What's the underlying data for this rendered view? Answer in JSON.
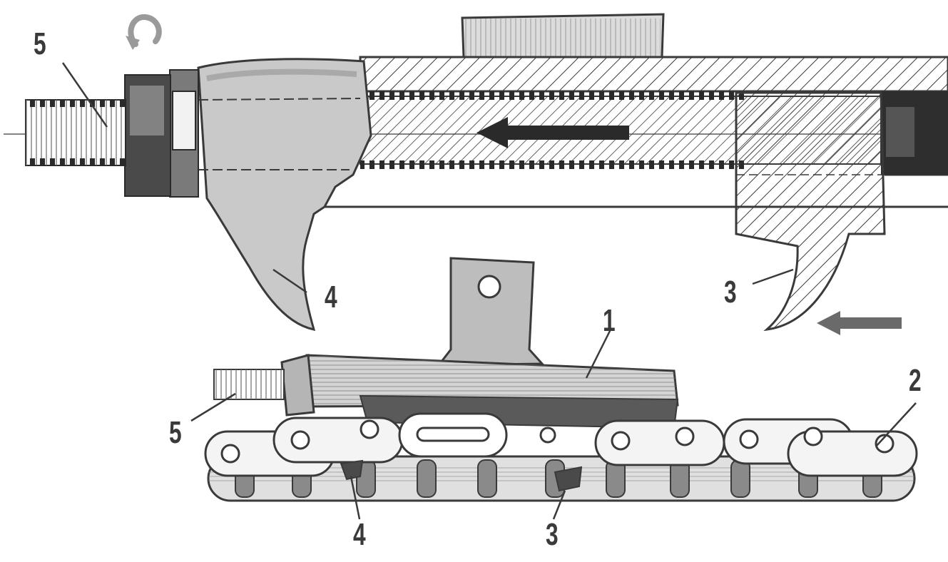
{
  "diagram": {
    "labels": {
      "top_bolt": "5",
      "top_left_hook": "4",
      "top_right_hook": "3",
      "tool_body": "1",
      "chain": "2",
      "bottom_bolt": "5",
      "bottom_left_hook": "4",
      "bottom_right_hook": "3"
    },
    "icons": {
      "rotation": "rotate-arrow-icon",
      "motion_top": "motion-arrow-icon",
      "motion_right": "motion-arrow-icon"
    },
    "colors": {
      "ink": "#3a3a3a",
      "shade": "#9a9a9a",
      "light_shade": "#cfcfcf",
      "background": "#ffffff"
    }
  }
}
